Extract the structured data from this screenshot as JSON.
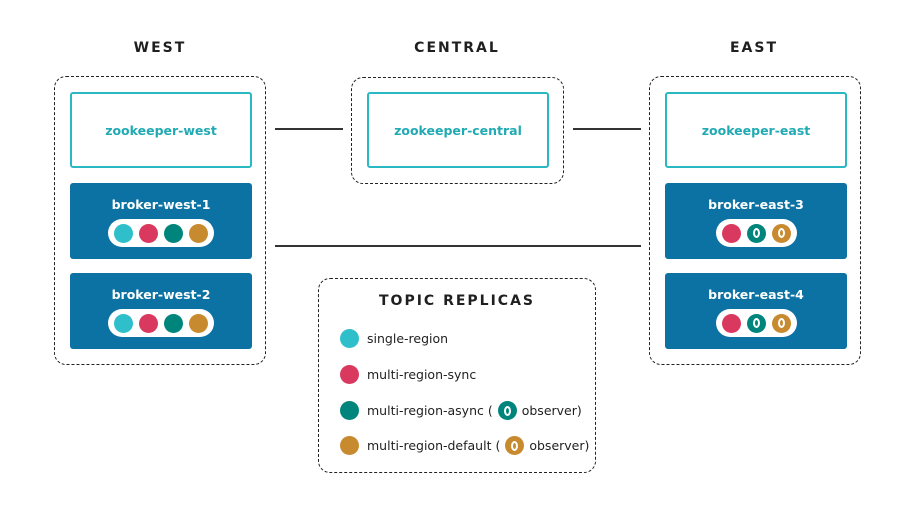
{
  "colors": {
    "single_region": "#2fbfca",
    "multi_region_sync": "#d9395f",
    "multi_region_async": "#00857c",
    "multi_region_default": "#c88a2e",
    "broker_bg": "#0b72a3",
    "zookeeper_border": "#2ab8c2"
  },
  "regions": {
    "west": {
      "title": "WEST",
      "zookeeper": "zookeeper-west",
      "brokers": [
        {
          "name": "broker-west-1",
          "replicas": [
            "single-region",
            "multi-region-sync",
            "multi-region-async",
            "multi-region-default"
          ]
        },
        {
          "name": "broker-west-2",
          "replicas": [
            "single-region",
            "multi-region-sync",
            "multi-region-async",
            "multi-region-default"
          ]
        }
      ]
    },
    "central": {
      "title": "CENTRAL",
      "zookeeper": "zookeeper-central"
    },
    "east": {
      "title": "EAST",
      "zookeeper": "zookeeper-east",
      "brokers": [
        {
          "name": "broker-east-3",
          "replicas": [
            "multi-region-sync",
            "multi-region-async-observer",
            "multi-region-default-observer"
          ]
        },
        {
          "name": "broker-east-4",
          "replicas": [
            "multi-region-sync",
            "multi-region-async-observer",
            "multi-region-default-observer"
          ]
        }
      ]
    }
  },
  "legend": {
    "title": "TOPIC REPLICAS",
    "items": [
      {
        "label": "single-region"
      },
      {
        "label": "multi-region-sync"
      },
      {
        "label": "multi-region-async (",
        "suffix": "observer)"
      },
      {
        "label": "multi-region-default (",
        "suffix": "observer)"
      }
    ]
  }
}
